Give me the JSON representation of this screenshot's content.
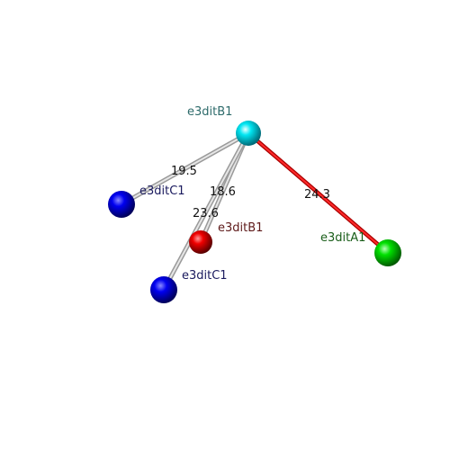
{
  "atoms": [
    {
      "id": "b1_top",
      "label": "e3ditB1",
      "color": "#00d8e8",
      "label_color": "#2e6b6b"
    },
    {
      "id": "c1_left",
      "label": "e3ditC1",
      "color": "#0000ee",
      "label_color": "#1a1a5e"
    },
    {
      "id": "b1_mid",
      "label": "e3ditB1",
      "color": "#ee0000",
      "label_color": "#5e1a1a"
    },
    {
      "id": "c1_low",
      "label": "e3ditC1",
      "color": "#0000ee",
      "label_color": "#1a1a5e"
    },
    {
      "id": "a1_right",
      "label": "e3ditA1",
      "color": "#00dd00",
      "label_color": "#1a5e1a"
    }
  ],
  "bonds": [
    {
      "from": "b1_top",
      "to": "c1_left",
      "distance": "19.5",
      "style": "grey"
    },
    {
      "from": "b1_top",
      "to": "b1_mid",
      "distance": "18.6",
      "style": "grey"
    },
    {
      "from": "b1_top",
      "to": "c1_low",
      "distance": "23.6",
      "style": "grey"
    },
    {
      "from": "b1_top",
      "to": "a1_right",
      "distance": "24.3",
      "style": "red"
    }
  ]
}
